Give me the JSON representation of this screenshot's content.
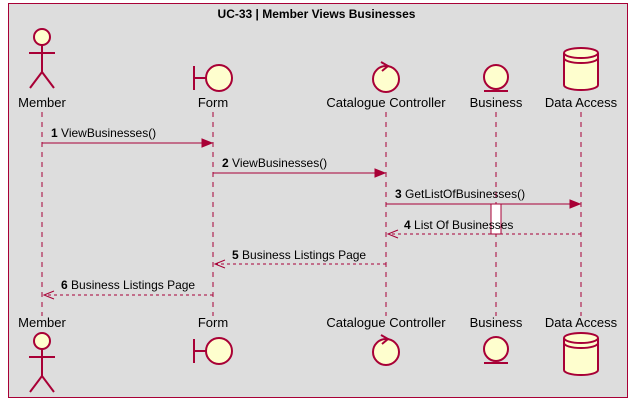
{
  "title": "UC-33 | Member Views Businesses",
  "participants": [
    {
      "name": "Member",
      "type": "actor-icon"
    },
    {
      "name": "Form",
      "type": "boundary-icon"
    },
    {
      "name": "Catalogue Controller",
      "type": "control-icon"
    },
    {
      "name": "Business",
      "type": "entity-icon"
    },
    {
      "name": "Data Access",
      "type": "database-icon"
    }
  ],
  "messages": [
    {
      "num": "1",
      "text": "ViewBusinesses()",
      "from": "Member",
      "to": "Form",
      "style": "sync"
    },
    {
      "num": "2",
      "text": "ViewBusinesses()",
      "from": "Form",
      "to": "Catalogue Controller",
      "style": "sync"
    },
    {
      "num": "3",
      "text": "GetListOfBusinesses()",
      "from": "Catalogue Controller",
      "to": "Data Access",
      "style": "sync"
    },
    {
      "num": "4",
      "text": "List Of Businesses",
      "from": "Data Access",
      "to": "Catalogue Controller",
      "style": "return"
    },
    {
      "num": "5",
      "text": "Business Listings Page",
      "from": "Catalogue Controller",
      "to": "Form",
      "style": "return"
    },
    {
      "num": "6",
      "text": "Business Listings Page",
      "from": "Form",
      "to": "Member",
      "style": "return"
    }
  ],
  "colors": {
    "line": "#a80036",
    "fill": "#fefece",
    "frame_bg": "#dddddd"
  }
}
